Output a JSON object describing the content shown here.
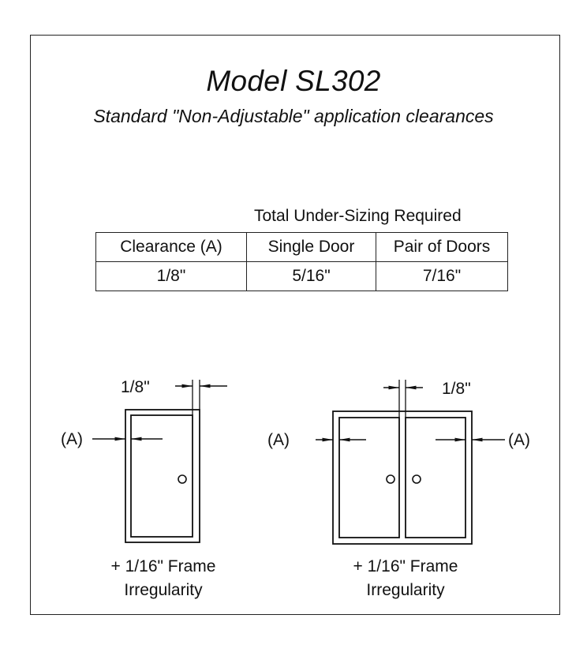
{
  "title": "Model SL302",
  "subtitle": "Standard \"Non-Adjustable\" application clearances",
  "table": {
    "caption": "Total Under-Sizing Required",
    "headers": [
      "Clearance (A)",
      "Single Door",
      "Pair of Doors"
    ],
    "row": [
      "1/8\"",
      "5/16\"",
      "7/16\""
    ]
  },
  "single_door": {
    "gap_label": "1/8\"",
    "clearance_label": "(A)",
    "caption_line1": "+ 1/16\" Frame",
    "caption_line2": "Irregularity"
  },
  "pair_of_doors": {
    "gap_label": "1/8\"",
    "clearance_label_left": "(A)",
    "clearance_label_right": "(A)",
    "caption_line1": "+ 1/16\" Frame",
    "caption_line2": "Irregularity"
  }
}
